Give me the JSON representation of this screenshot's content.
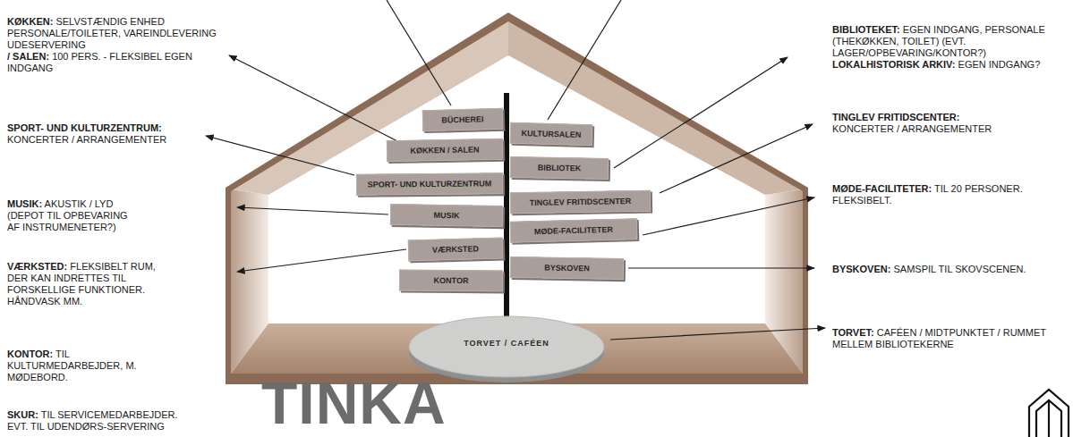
{
  "diagram": {
    "title": "TINKA",
    "nodes": [
      {
        "text": [
          "BÜCHEREI"
        ]
      },
      {
        "text": [
          "KULTURSALEN"
        ]
      },
      {
        "text": [
          "KØKKEN / SALEN"
        ]
      },
      {
        "text": [
          "BIBLIOTEK"
        ]
      },
      {
        "text": [
          "SPORT- UND KULTURZENTRUM"
        ]
      },
      {
        "text": [
          "TINGLEV FRITIDSCENTER"
        ]
      },
      {
        "text": [
          "MUSIK"
        ]
      },
      {
        "text": [
          "MØDE-FACILITETER"
        ]
      },
      {
        "text": [
          "VÆRKSTED"
        ]
      },
      {
        "text": [
          "BYSKOVEN"
        ]
      },
      {
        "text": [
          "KONTOR"
        ]
      },
      {
        "text": [
          "TORVET / CAFÉEN"
        ]
      }
    ],
    "labels": [
      "KØKKEN:",
      "SELVSTÆNDIG ENHED PERSONALE/TOILETER, VAREINDLEVERING UDESERVERING",
      "/ SALEN:",
      "100 PERS. - FLEKSIBEL EGEN INDGANG",
      "SPORT- UND KULTURZENTRUM:",
      "KONCERTER / ARRANGEMENTER",
      "MUSIK:",
      "AKUSTIK / LYD (DEPOT TIL OPBEVARING AF INSTRUMENETER?)",
      "VÆRKSTED:",
      "FLEKSIBELT RUM, DER KAN INDRETTES TIL FORSKELLIGE FUNKTIONER. HÅNDVASK MM.",
      "KONTOR:",
      "TIL KULTURMEDARBEJDER, M. MØDEBORD.",
      "SKUR:",
      "TIL SERVICEMEDARBEJDER. EVT. TIL UDENDØRS-SERVERING",
      "BIBLIOTEKET:",
      "EGEN INDGANG, PERSONALE (THEKØKKEN, TOILET) (EVT. LAGER/OPBEVARING/KONTOR?)",
      "LOKALHISTORISK ARKIV:",
      "EGEN INDGANG?",
      "TINGLEV FRITIDSCENTER:",
      "KONCERTER / ARRANGEMENTER",
      "MØDE-FACILITETER:",
      "TIL 20 PERSONER. FLEKSIBELT.",
      "BYSKOVEN:",
      "SAMSPIL TIL SKOVSCENEN.",
      "TORVET:",
      "CAFÉEN / MIDTPUNKTET / RUMMET MELLEM BIBLIOTEKERNE"
    ]
  }
}
